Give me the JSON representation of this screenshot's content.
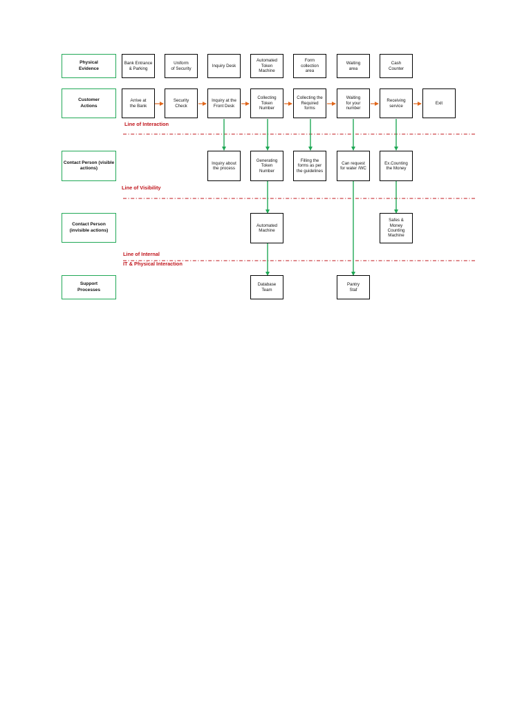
{
  "lanes": {
    "physical_evidence": "Physical\nEvidence",
    "customer_actions": "Customer\nActions",
    "contact_visible": "Contact Person (visible\nactions)",
    "contact_invisible": "Contact Person\n(invisible actions)",
    "support_processes": "Support\nProcesses"
  },
  "physical_evidence": {
    "bank_entrance": "Bank Entrance\n& Parking",
    "uniform": "Uniform\nof Security",
    "inquiry_desk": "Inquiry Desk",
    "token_machine": "Automated\nToken\nMachine",
    "form_area": "Form\ncollection\narea",
    "waiting_area": "Waiting\narea",
    "cash_counter": "Cash\nCounter"
  },
  "customer_actions": {
    "arrive": "Arrive at\nthe Bank",
    "security_check": "Security\nCheck",
    "inquiry_front": "Inquiry at the\nFront Desk",
    "collecting_token": "Collecting\nToken\nNumber",
    "collecting_forms": "Collecting the\nRequired\nforms",
    "waiting_number": "Waiting\nfor your\nnumber",
    "receiving_service": "Receiving\nservice",
    "exit": "Exit"
  },
  "contact_visible": {
    "inquiry_process": "Inquiry about\nthe process",
    "generating_token": "Generating\nToken\nNumber",
    "filling_forms": "Filling the\nforms as per\nthe guidelines",
    "request_water": "Can request\nfor water /WC",
    "counting_money": "Ex.Counting\nthe Money"
  },
  "contact_invisible": {
    "automated_machine": "Automated\nMachine",
    "safes": "Safes &\nMoney\nCounting\nMachine"
  },
  "support": {
    "database_team": "Database\nTeam",
    "pantry_staff": "Pantry\nStaf"
  },
  "dividers": {
    "interaction": "Line of Interaction",
    "visibility": "Line of Visibility",
    "internal_1": "Line of Internal",
    "internal_2": "IT & Physical Interaction"
  },
  "colors": {
    "lane_border": "#1fa855",
    "divider": "#c0141b",
    "customer_flow": "#e0661b",
    "support_flow": "#1fa855"
  }
}
